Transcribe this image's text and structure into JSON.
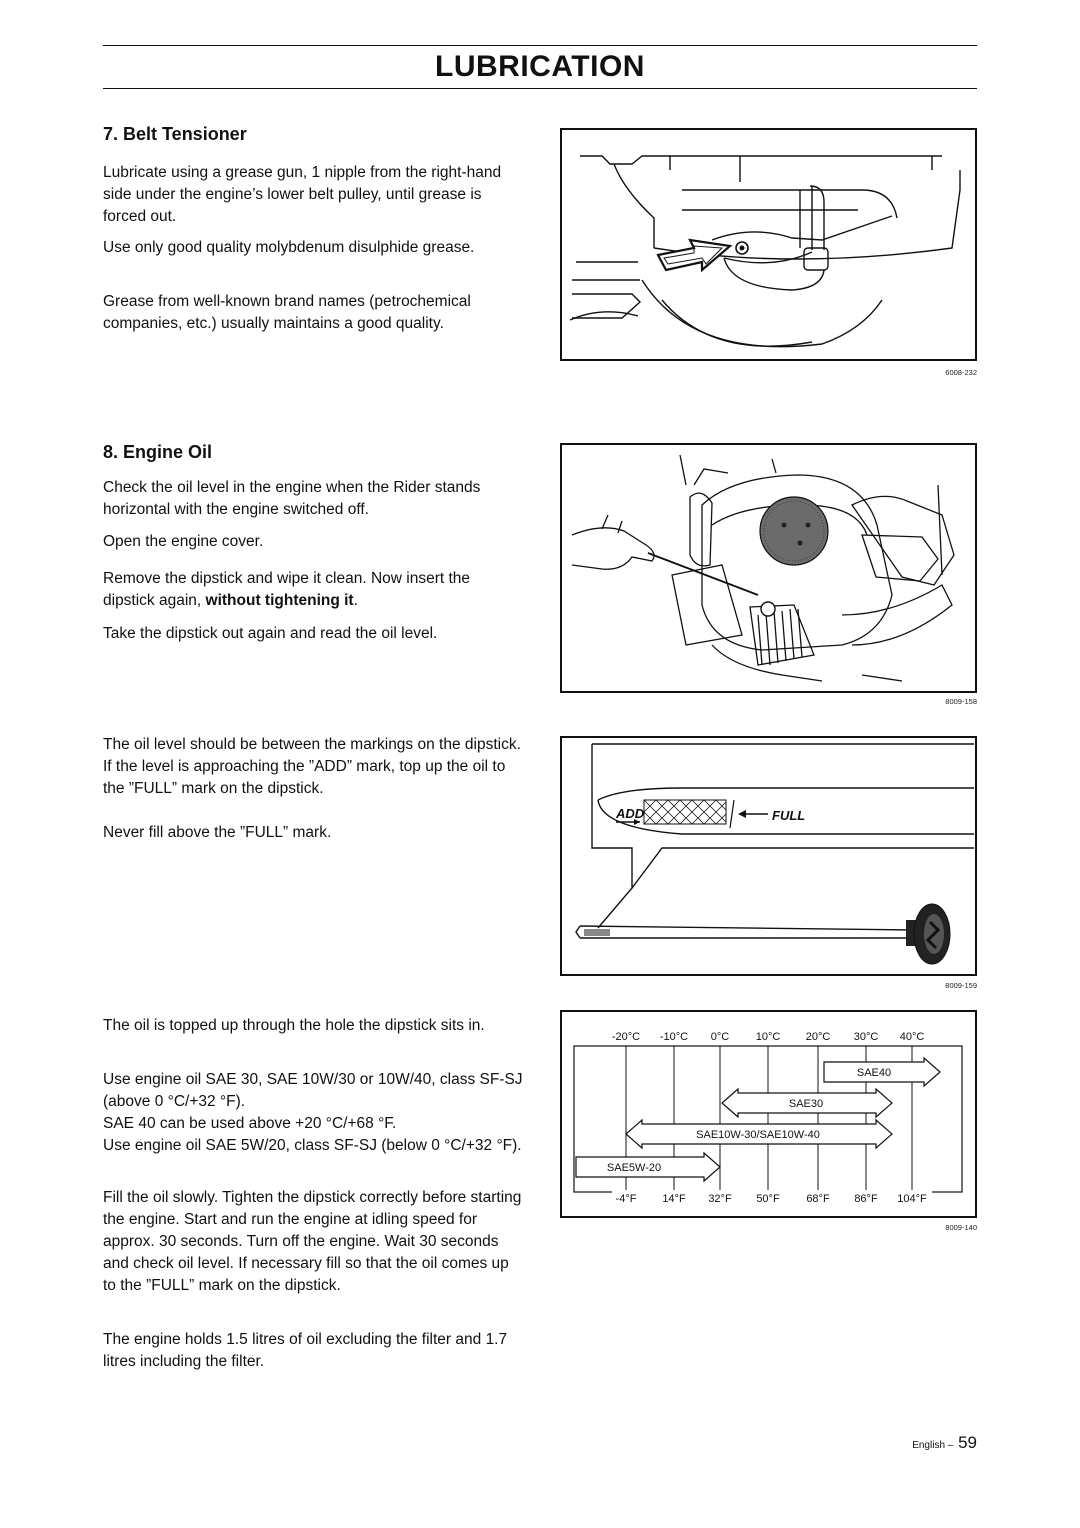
{
  "header": {
    "title": "LUBRICATION"
  },
  "belt": {
    "heading": "7. Belt Tensioner",
    "p1": "Lubricate using a grease gun, 1 nipple from the right-hand side under the engine’s lower belt pulley, until grease is forced out.",
    "p2": "Use only good quality molybdenum disulphide grease.",
    "p3": "Grease from well-known brand names (petrochemical companies, etc.) usually maintains a good quality.",
    "fig_code": "6008-232"
  },
  "oil": {
    "heading": "8. Engine Oil",
    "p1": "Check the oil level in the engine when the Rider stands horizontal with the engine switched off.",
    "p2": "Open the engine cover.",
    "p3_a": "Remove the dipstick and wipe it clean. Now insert the dipstick again, ",
    "p3_b": "without tightening it",
    "p3_c": ".",
    "p4": "Take the dipstick out again and read the oil level.",
    "fig1_code": "8009-158",
    "level_p1": "The oil level should be between the markings on the dipstick. If the level is approaching the ”ADD” mark, top up the oil to the ”FULL” mark on the dipstick.",
    "level_p2": "Never fill above the ”FULL” mark.",
    "dipstick_add": "ADD",
    "dipstick_full": "FULL",
    "fig2_code": "8009-159",
    "top_p1": "The oil is topped up through the hole the dipstick sits in.",
    "top_p2_l1": "Use engine oil SAE 30, SAE 10W/30 or 10W/40, class SF-SJ (above 0 °C/+32 °F).",
    "top_p2_l2": "SAE 40 can be used above +20 °C/+68 °F.",
    "top_p2_l3": "Use engine oil SAE 5W/20, class SF-SJ (below 0 °C/+32 °F).",
    "fill_p": "Fill the oil slowly. Tighten the dipstick correctly before starting the engine. Start and run the engine at idling speed for approx. 30 seconds. Turn off the engine. Wait 30 seconds and check oil level. If necessary fill so that the oil comes up to the ”FULL” mark on the dipstick.",
    "capacity_p": "The engine holds 1.5 litres of oil excluding the filter and 1.7 litres including the filter.",
    "fig3_code": "8009-140"
  },
  "viscosity_chart": {
    "celsius": [
      "-20°C",
      "-10°C",
      "0°C",
      "10°C",
      "20°C",
      "30°C",
      "40°C"
    ],
    "fahrenheit": [
      "-4°F",
      "14°F",
      "32°F",
      "50°F",
      "68°F",
      "86°F",
      "104°F"
    ],
    "grades": [
      {
        "name": "SAE40"
      },
      {
        "name": "SAE30"
      },
      {
        "name": "SAE10W-30/SAE10W-40"
      },
      {
        "name": "SAE5W-20"
      }
    ]
  },
  "footer": {
    "language": "English –",
    "page": "59"
  }
}
